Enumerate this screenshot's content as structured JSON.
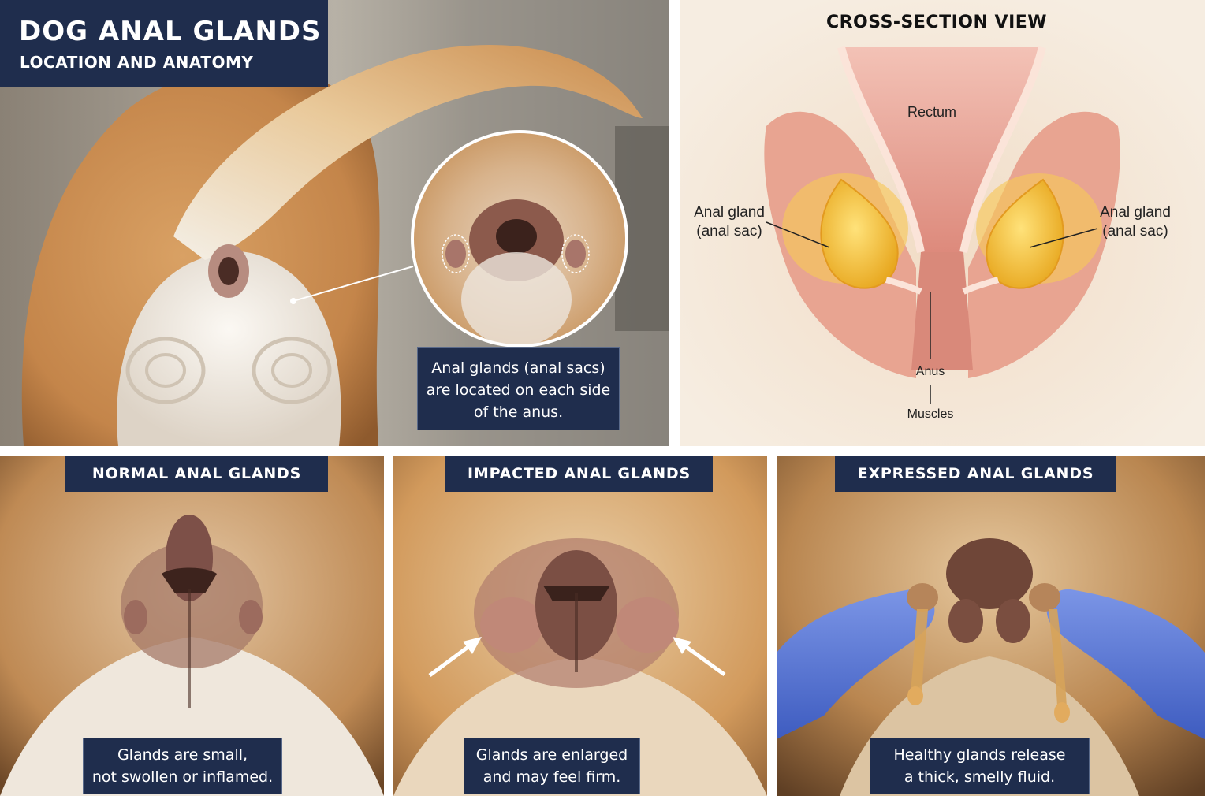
{
  "header": {
    "title": "DOG ANAL GLANDS",
    "subtitle": "LOCATION AND ANATOMY"
  },
  "location_photo": {
    "caption_lines": [
      "Anal glands (anal sacs)",
      "are located on each side",
      "of the anus."
    ]
  },
  "cross_section": {
    "title": "CROSS-SECTION VIEW",
    "labels": {
      "rectum": "Rectum",
      "left_gland_line1": "Anal gland",
      "left_gland_line2": "(anal sac)",
      "right_gland_line1": "Anal gland",
      "right_gland_line2": "(anal sac)",
      "anus": "Anus",
      "muscles": "Muscles"
    }
  },
  "panels": [
    {
      "header": "NORMAL ANAL GLANDS",
      "caption_lines": [
        "Glands are small,",
        "not swollen or inflamed."
      ]
    },
    {
      "header": "IMPACTED ANAL GLANDS",
      "caption_lines": [
        "Glands are enlarged",
        "and may feel firm."
      ]
    },
    {
      "header": "EXPRESSED ANAL GLANDS",
      "caption_lines": [
        "Healthy glands release",
        "a thick, smelly fluid."
      ]
    }
  ],
  "colors": {
    "navy": "#1f2d4d",
    "fur_tan": "#c98a4b",
    "fur_white": "#f1ece4",
    "gland_yellow": "#f2c230",
    "tissue_pink": "#e59a8c",
    "glove_blue": "#5a78d6"
  }
}
